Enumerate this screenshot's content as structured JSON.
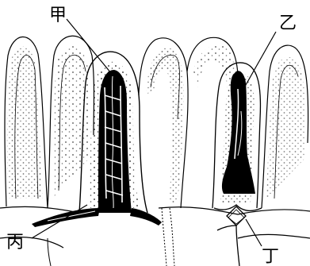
{
  "diagram": {
    "labels": {
      "jia": "甲",
      "yi": "乙",
      "bing": "丙",
      "ding": "丁"
    },
    "colors": {
      "ink": "#000000",
      "paper": "#ffffff"
    }
  }
}
